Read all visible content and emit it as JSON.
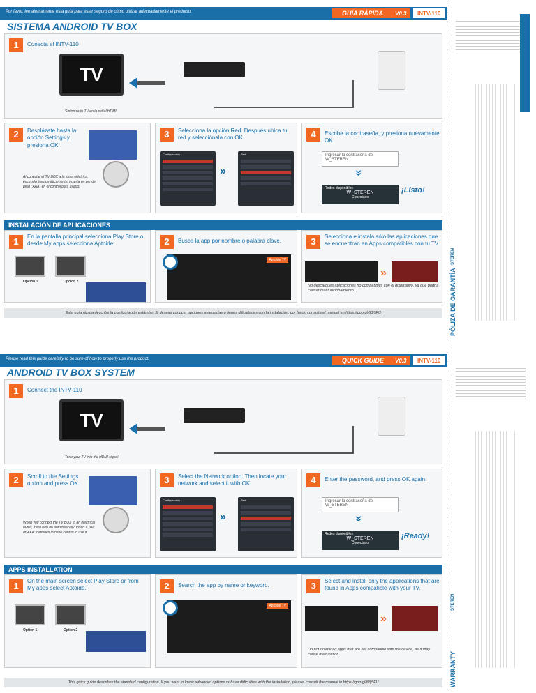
{
  "es": {
    "intro": "Por favor, lee atentamente esta guía para estar seguro de cómo utilizar adecuadamente el producto.",
    "guide": "GUÍA RÁPIDA",
    "version": "V0.3",
    "model": "INTV-110",
    "title": "SISTEMA ANDROID TV BOX",
    "step1": "Conecta el INTV-110",
    "tv": "TV",
    "tv_caption": "Sintoniza tu TV en la señal HDMI",
    "step2": "Desplázate hasta la opción Settings y presiona OK.",
    "step2_note": "Al conectar el TV BOX a la toma eléctrica, encenderá automáticamente. Inserta un par de pilas \"AAA\" en el control para usarlo.",
    "step3": "Selecciona la opción Red. Después ubica tu red y selecciónala con OK.",
    "step4": "Escribe la contraseña, y presiona nuevamente OK.",
    "password_prompt": "Ingresar la contraseña de W_STEREN",
    "network_name": "W_STEREN",
    "connected": "Conectado",
    "networks_available": "Redes disponibles",
    "done": "¡Listo!",
    "apps_header": "INSTALACIÓN DE APLICACIONES",
    "apps1": "En la pantalla principal selecciona Play Store o desde My apps selecciona Aptoide.",
    "option1": "Opción 1",
    "option2": "Opción 2",
    "apps2": "Busca la app por nombre o palabra clave.",
    "apps3": "Selecciona e instala sólo las aplicaciones que se encuentran en Apps compatibles con tu TV.",
    "apps_warning": "No descargues aplicaciones no compatibles con el dispositivo, ya que podría causar mal funcionamiento.",
    "footer": "Esta guía rápida describe la configuración estándar. Si deseas conocer opciones avanzadas o tienes dificultades con la instalación, por favor, consulta el manual en https://goo.gl/83j5FU",
    "warranty": "PÓLIZA DE GARANTÍA"
  },
  "en": {
    "intro": "Please read this guide carefully to be sure of how to properly use the product.",
    "guide": "QUICK GUIDE",
    "version": "V0.3",
    "model": "INTV-110",
    "title": "ANDROID TV BOX SYSTEM",
    "step1": "Connect the INTV-110",
    "tv": "TV",
    "tv_caption": "Tune your TV into the HDMI signal",
    "step2": "Scroll to the Settings option and press OK.",
    "step2_note": "When you connect the TV BOX to an electrical outlet, it will turn on automatically. Insert a pair of\"AAA\" batteries into the control to use it.",
    "step3": "Select the Network option. Then locate your network and select it with OK.",
    "step4": "Enter the password, and press OK again.",
    "password_prompt": "Ingresar la contraseña de W_STEREN",
    "network_name": "W_STEREN",
    "connected": "Conectado",
    "networks_available": "Redes disponibles",
    "done": "¡Ready!",
    "apps_header": "APPS INSTALLATION",
    "apps1": "On the main screen select Play Store or from My apps select Aptoide.",
    "option1": "Option 1",
    "option2": "Option 2",
    "apps2": "Search the app by name or keyword.",
    "apps3": "Select and install only the applications that are found in Apps compatible with your TV.",
    "apps_warning": "Do not download apps that are not compatible with the device, as it may cause malfunction.",
    "footer": "This quick guide describes the standard configuration. If you want to know advanced options or have difficulties with the installation, please, consult the manual in https://goo.gl/83j5FU",
    "warranty": "WARRANTY"
  },
  "numbers": {
    "n1": "1",
    "n2": "2",
    "n3": "3",
    "n4": "4"
  },
  "brand": "STEREN",
  "screen_title": "Configuración",
  "screen_red": "Red",
  "aptoide": "Aptoide TV",
  "colors": {
    "blue": "#1a6fa8",
    "orange": "#f26722"
  }
}
